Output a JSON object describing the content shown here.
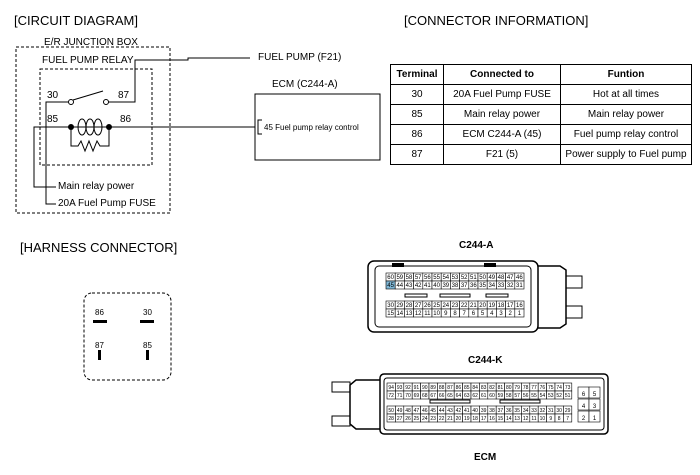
{
  "titles": {
    "circuit": "[CIRCUIT DIAGRAM]",
    "connector_info": "[CONNECTOR INFORMATION]",
    "harness": "[HARNESS CONNECTOR]"
  },
  "circuit": {
    "junction_box": "E/R JUNCTION BOX",
    "relay": "FUEL PUMP RELAY",
    "pin_30": "30",
    "pin_87": "87",
    "pin_85": "85",
    "pin_86": "86",
    "fuel_pump": "FUEL PUMP (F21)",
    "ecm": "ECM (C244-A)",
    "ecm_pin": "45 Fuel pump relay control",
    "main_relay_power": "Main relay power",
    "fuse": "20A Fuel Pump FUSE"
  },
  "table": {
    "headers": [
      "Terminal",
      "Connected to",
      "Funtion"
    ],
    "rows": [
      [
        "30",
        "20A Fuel Pump FUSE",
        "Hot at all times"
      ],
      [
        "85",
        "Main relay power",
        "Main relay power"
      ],
      [
        "86",
        "ECM C244-A (45)",
        "Fuel pump relay control"
      ],
      [
        "87",
        "F21  (5)",
        "Power supply to Fuel pump"
      ]
    ]
  },
  "harness": {
    "pins": [
      "86",
      "30",
      "87",
      "85"
    ]
  },
  "c244a": {
    "label": "C244-A",
    "row1": [
      "60",
      "59",
      "58",
      "57",
      "56",
      "55",
      "54",
      "53",
      "52",
      "51",
      "50",
      "49",
      "48",
      "47",
      "46"
    ],
    "row2": [
      "45",
      "44",
      "43",
      "42",
      "41",
      "40",
      "39",
      "38",
      "37",
      "36",
      "35",
      "34",
      "33",
      "32",
      "31"
    ],
    "row3": [
      "30",
      "29",
      "28",
      "27",
      "26",
      "25",
      "24",
      "23",
      "22",
      "21",
      "20",
      "19",
      "18",
      "17",
      "16"
    ],
    "row4": [
      "15",
      "14",
      "13",
      "12",
      "11",
      "10",
      "9",
      "8",
      "7",
      "6",
      "5",
      "4",
      "3",
      "2",
      "1"
    ],
    "highlight": "45"
  },
  "c244k": {
    "label": "C244-K",
    "row1": [
      "94",
      "93",
      "92",
      "91",
      "90",
      "89",
      "88",
      "87",
      "86",
      "85",
      "84",
      "83",
      "82",
      "81",
      "80",
      "79",
      "78",
      "77",
      "76",
      "75",
      "74",
      "73"
    ],
    "row2": [
      "72",
      "71",
      "70",
      "69",
      "68",
      "67",
      "66",
      "65",
      "64",
      "63",
      "62",
      "61",
      "60",
      "59",
      "58",
      "57",
      "56",
      "55",
      "54",
      "53",
      "52",
      "51"
    ],
    "row3": [
      "50",
      "49",
      "48",
      "47",
      "46",
      "45",
      "44",
      "43",
      "42",
      "41",
      "40",
      "39",
      "38",
      "37",
      "36",
      "35",
      "34",
      "33",
      "32",
      "31",
      "30",
      "29"
    ],
    "row4": [
      "28",
      "27",
      "26",
      "25",
      "24",
      "23",
      "22",
      "21",
      "20",
      "19",
      "18",
      "17",
      "16",
      "15",
      "14",
      "13",
      "12",
      "11",
      "10",
      "9",
      "8",
      "7"
    ],
    "side": [
      "6",
      "5",
      "4",
      "3",
      "2",
      "1"
    ]
  },
  "ecm_label": "ECM"
}
